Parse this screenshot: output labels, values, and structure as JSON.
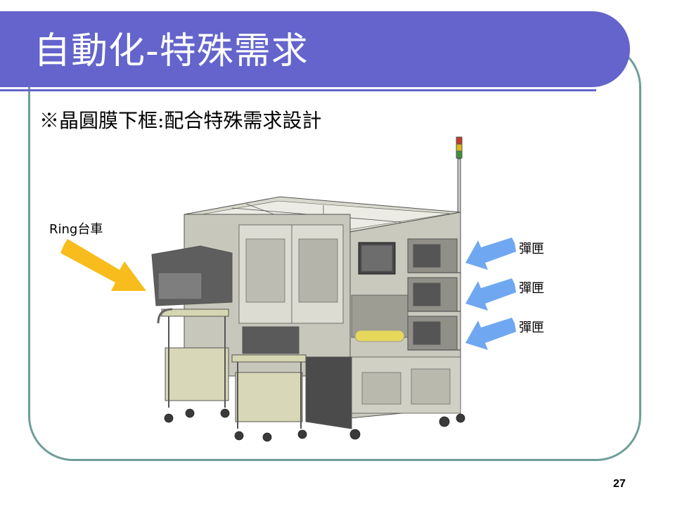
{
  "slide": {
    "title": "自動化-特殊需求",
    "subtitle": "※晶圓膜下框:配合特殊需求設計",
    "page_number": "27"
  },
  "labels": {
    "ring_cart": "Ring台車",
    "magazine_1": "彈匣",
    "magazine_2": "彈匣",
    "magazine_3": "彈匣"
  },
  "colors": {
    "title_band": "#6464cc",
    "frame_border": "#6e9e98",
    "arrow_yellow": "#f8bc1c",
    "arrow_blue": "#6fa8f0"
  },
  "icons": {
    "ring_cart_arrow": "arrow-down-right-icon",
    "magazine_arrow": "arrow-down-left-icon"
  }
}
